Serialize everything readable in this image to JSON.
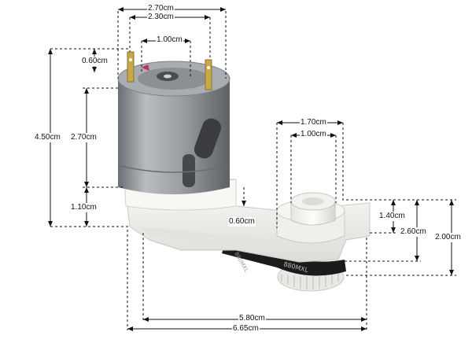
{
  "dimensions": {
    "top_outer_width": "2.70cm",
    "top_inner_width": "2.30cm",
    "terminal_spacing": "1.00cm",
    "terminal_height": "0.60cm",
    "total_height": "4.50cm",
    "motor_body_height": "2.70cm",
    "base_height": "1.10cm",
    "gear_outer_width": "1.70cm",
    "gear_inner_width": "1.00cm",
    "arm_offset": "0.60cm",
    "hub_height": "1.40cm",
    "gear_stack_height": "2.60cm",
    "pulley_height": "2.00cm",
    "shaft_span": "5.80cm",
    "overall_length": "6.65cm"
  },
  "belt_text": "880MXL",
  "colors": {
    "background": "#ffffff",
    "dimension_line": "#111111",
    "motor_can": "#8f9296",
    "plastic_housing": "#f2f2ef",
    "belt": "#1b1b1b",
    "terminal": "#c9a84a",
    "terminal_marker": "#c0305a"
  }
}
